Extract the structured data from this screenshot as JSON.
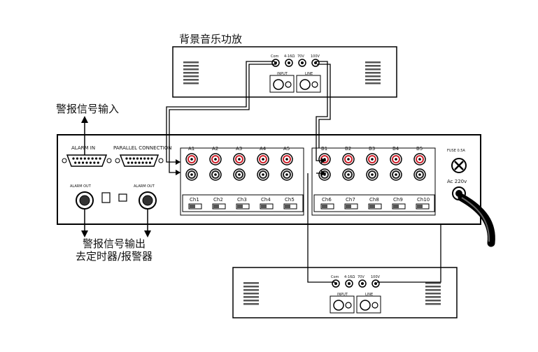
{
  "top_amp": {
    "title": "背景音乐功放",
    "terminals": [
      "Com",
      "4-16Ω",
      "70V",
      "100V"
    ],
    "input_label": "INPUT",
    "line_label": "LINE"
  },
  "bottom_amp": {
    "terminals": [
      "Com",
      "4-16Ω",
      "70V",
      "100V"
    ],
    "input_label": "INPUT",
    "line_label": "LINE"
  },
  "main_unit": {
    "alarm_in_label": "ALARM IN",
    "parallel_label": "PARALLEL CONNECTION",
    "alarm_out_left": "ALARM OUT",
    "alarm_out_right": "ALARM OUT",
    "fuse_label": "FUSE 0.5A",
    "power_label": "Ac 220v",
    "a_outputs": [
      "A1",
      "A2",
      "A3",
      "A4",
      "A5"
    ],
    "b_outputs": [
      "B1",
      "B2",
      "B3",
      "B4",
      "B5"
    ],
    "channels_left": [
      "Ch1",
      "Ch2",
      "Ch3",
      "Ch4",
      "Ch5"
    ],
    "channels_right": [
      "Ch6",
      "Ch7",
      "Ch8",
      "Ch9",
      "Ch10"
    ]
  },
  "annotations": {
    "alarm_input": "警报信号输入",
    "alarm_output_line1": "警报信号输出",
    "alarm_output_line2": "去定时器/报警器"
  }
}
